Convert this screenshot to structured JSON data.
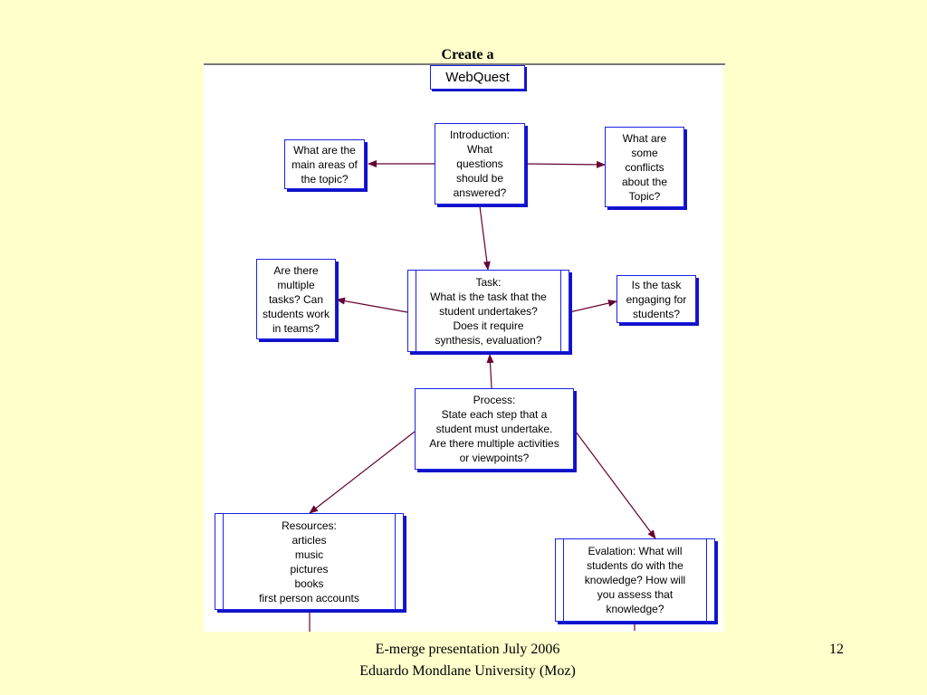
{
  "slide": {
    "title": "Create a",
    "page_number": "12"
  },
  "footer": {
    "line1": "E-merge presentation July 2006",
    "line2": "Eduardo Mondlane University (Moz)"
  },
  "diagram": {
    "heading": "WebQuest",
    "nodes": {
      "introduction": "Introduction:\nWhat\nquestions\nshould be\nanswered?",
      "main_areas": "What are the\nmain areas of\nthe topic?",
      "conflicts": "What are\nsome\nconflicts\nabout the\nTopic?",
      "task": "Task:\nWhat is the task that the\nstudent undertakes?\nDoes it require\nsynthesis, evaluation?",
      "multiple_tasks": "Are there\nmultiple\ntasks?  Can\nstudents work\nin teams?",
      "engaging": "Is the task\nengaging for\nstudents?",
      "process": "Process:\nState each step that a\nstudent must undertake.\nAre there multiple activities\nor viewpoints?",
      "resources": "Resources:\narticles\nmusic\npictures\nbooks\nfirst person accounts",
      "evaluation": "Evalation:  What will\nstudents do with the\nknowledge?  How will\nyou assess that\nknowledge?"
    }
  },
  "colors": {
    "background": "#FFFFCC",
    "box_border": "#1a22e6",
    "arrow": "#660033"
  }
}
